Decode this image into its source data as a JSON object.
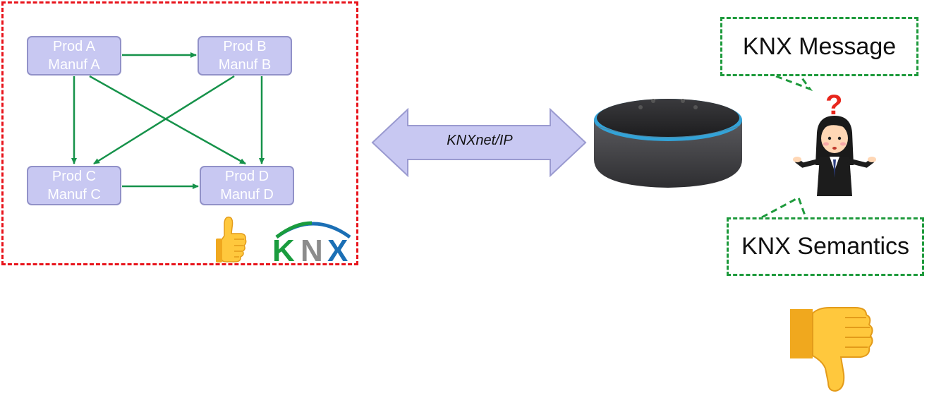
{
  "diagram": {
    "nodes": [
      {
        "id": "a",
        "line1": "Prod A",
        "line2": "Manuf A"
      },
      {
        "id": "b",
        "line1": "Prod B",
        "line2": "Manuf B"
      },
      {
        "id": "c",
        "line1": "Prod C",
        "line2": "Manuf C"
      },
      {
        "id": "d",
        "line1": "Prod D",
        "line2": "Manuf D"
      }
    ],
    "edges": [
      {
        "from": "a",
        "to": "b"
      },
      {
        "from": "a",
        "to": "c"
      },
      {
        "from": "a",
        "to": "d"
      },
      {
        "from": "b",
        "to": "c"
      },
      {
        "from": "b",
        "to": "d"
      },
      {
        "from": "c",
        "to": "d"
      }
    ],
    "logo_text": "KNX",
    "protocol_label": "KNXnet/IP",
    "bubble_message": "KNX Message",
    "bubble_semantics": "KNX Semantics"
  },
  "colors": {
    "boundary": "#e8131b",
    "node_fill": "#c8c8f2",
    "node_border": "#9191c8",
    "edge": "#16924a",
    "bubble_border": "#1e9a3c",
    "arrow_fill": "#c8c8f2",
    "knx_green": "#1a9c3e",
    "knx_gray": "#8c8c8c",
    "knx_blue": "#1b6fb5"
  },
  "icons": {
    "approve": "thumbs-up-icon",
    "reject": "thumbs-down-icon",
    "confused": "confused-person-icon",
    "device": "smart-speaker-icon"
  }
}
